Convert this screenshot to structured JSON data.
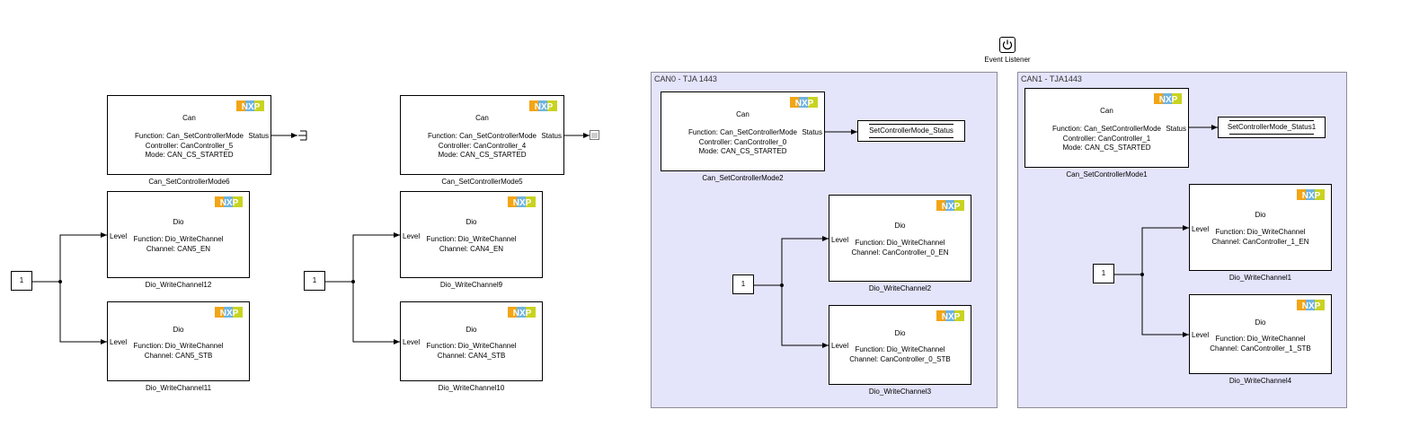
{
  "event_listener": {
    "label": "Event Listener",
    "icon": "power-icon"
  },
  "areas": [
    {
      "title": "CAN0 - TJA 1443"
    },
    {
      "title": "CAN1 - TJA1443"
    }
  ],
  "can_blocks": [
    {
      "title": "Can",
      "function": "Function: Can_SetControllerMode",
      "controller": "Controller: CanController_5",
      "mode": "Mode: CAN_CS_STARTED",
      "port": "Status",
      "caption": "Can_SetControllerMode6"
    },
    {
      "title": "Can",
      "function": "Function: Can_SetControllerMode",
      "controller": "Controller: CanController_4",
      "mode": "Mode: CAN_CS_STARTED",
      "port": "Status",
      "caption": "Can_SetControllerMode5"
    },
    {
      "title": "Can",
      "function": "Function: Can_SetControllerMode",
      "controller": "Controller: CanController_0",
      "mode": "Mode: CAN_CS_STARTED",
      "port": "Status",
      "caption": "Can_SetControllerMode2"
    },
    {
      "title": "Can",
      "function": "Function: Can_SetControllerMode",
      "controller": "Controller: CanController_1",
      "mode": "Mode: CAN_CS_STARTED",
      "port": "Status",
      "caption": "Can_SetControllerMode1"
    }
  ],
  "dio_blocks": [
    {
      "title": "Dio",
      "function": "Function: Dio_WriteChannel",
      "channel": "Channel: CAN5_EN",
      "port": "Level",
      "caption": "Dio_WriteChannel12"
    },
    {
      "title": "Dio",
      "function": "Function: Dio_WriteChannel",
      "channel": "Channel: CAN5_STB",
      "port": "Level",
      "caption": "Dio_WriteChannel11"
    },
    {
      "title": "Dio",
      "function": "Function: Dio_WriteChannel",
      "channel": "Channel: CAN4_EN",
      "port": "Level",
      "caption": "Dio_WriteChannel9"
    },
    {
      "title": "Dio",
      "function": "Function: Dio_WriteChannel",
      "channel": "Channel: CAN4_STB",
      "port": "Level",
      "caption": "Dio_WriteChannel10"
    },
    {
      "title": "Dio",
      "function": "Function: Dio_WriteChannel",
      "channel": "Channel: CanController_0_EN",
      "port": "Level",
      "caption": "Dio_WriteChannel2"
    },
    {
      "title": "Dio",
      "function": "Function: Dio_WriteChannel",
      "channel": "Channel: CanController_0_STB",
      "port": "Level",
      "caption": "Dio_WriteChannel3"
    },
    {
      "title": "Dio",
      "function": "Function: Dio_WriteChannel",
      "channel": "Channel: CanController_1_EN",
      "port": "Level",
      "caption": "Dio_WriteChannel1"
    },
    {
      "title": "Dio",
      "function": "Function: Dio_WriteChannel",
      "channel": "Channel: CanController_1_STB",
      "port": "Level",
      "caption": "Dio_WriteChannel4"
    }
  ],
  "constants": [
    {
      "value": "1"
    },
    {
      "value": "1"
    },
    {
      "value": "1"
    },
    {
      "value": "1"
    }
  ],
  "goto_blocks": [
    {
      "label": "SetControllerMode_Status"
    },
    {
      "label": "SetControllerMode_Status1"
    }
  ],
  "colors": {
    "area_fill": "#e4e4fb",
    "nxp_orange": "#f2a516",
    "nxp_blue": "#6fb3df",
    "nxp_green": "#c8d320"
  }
}
